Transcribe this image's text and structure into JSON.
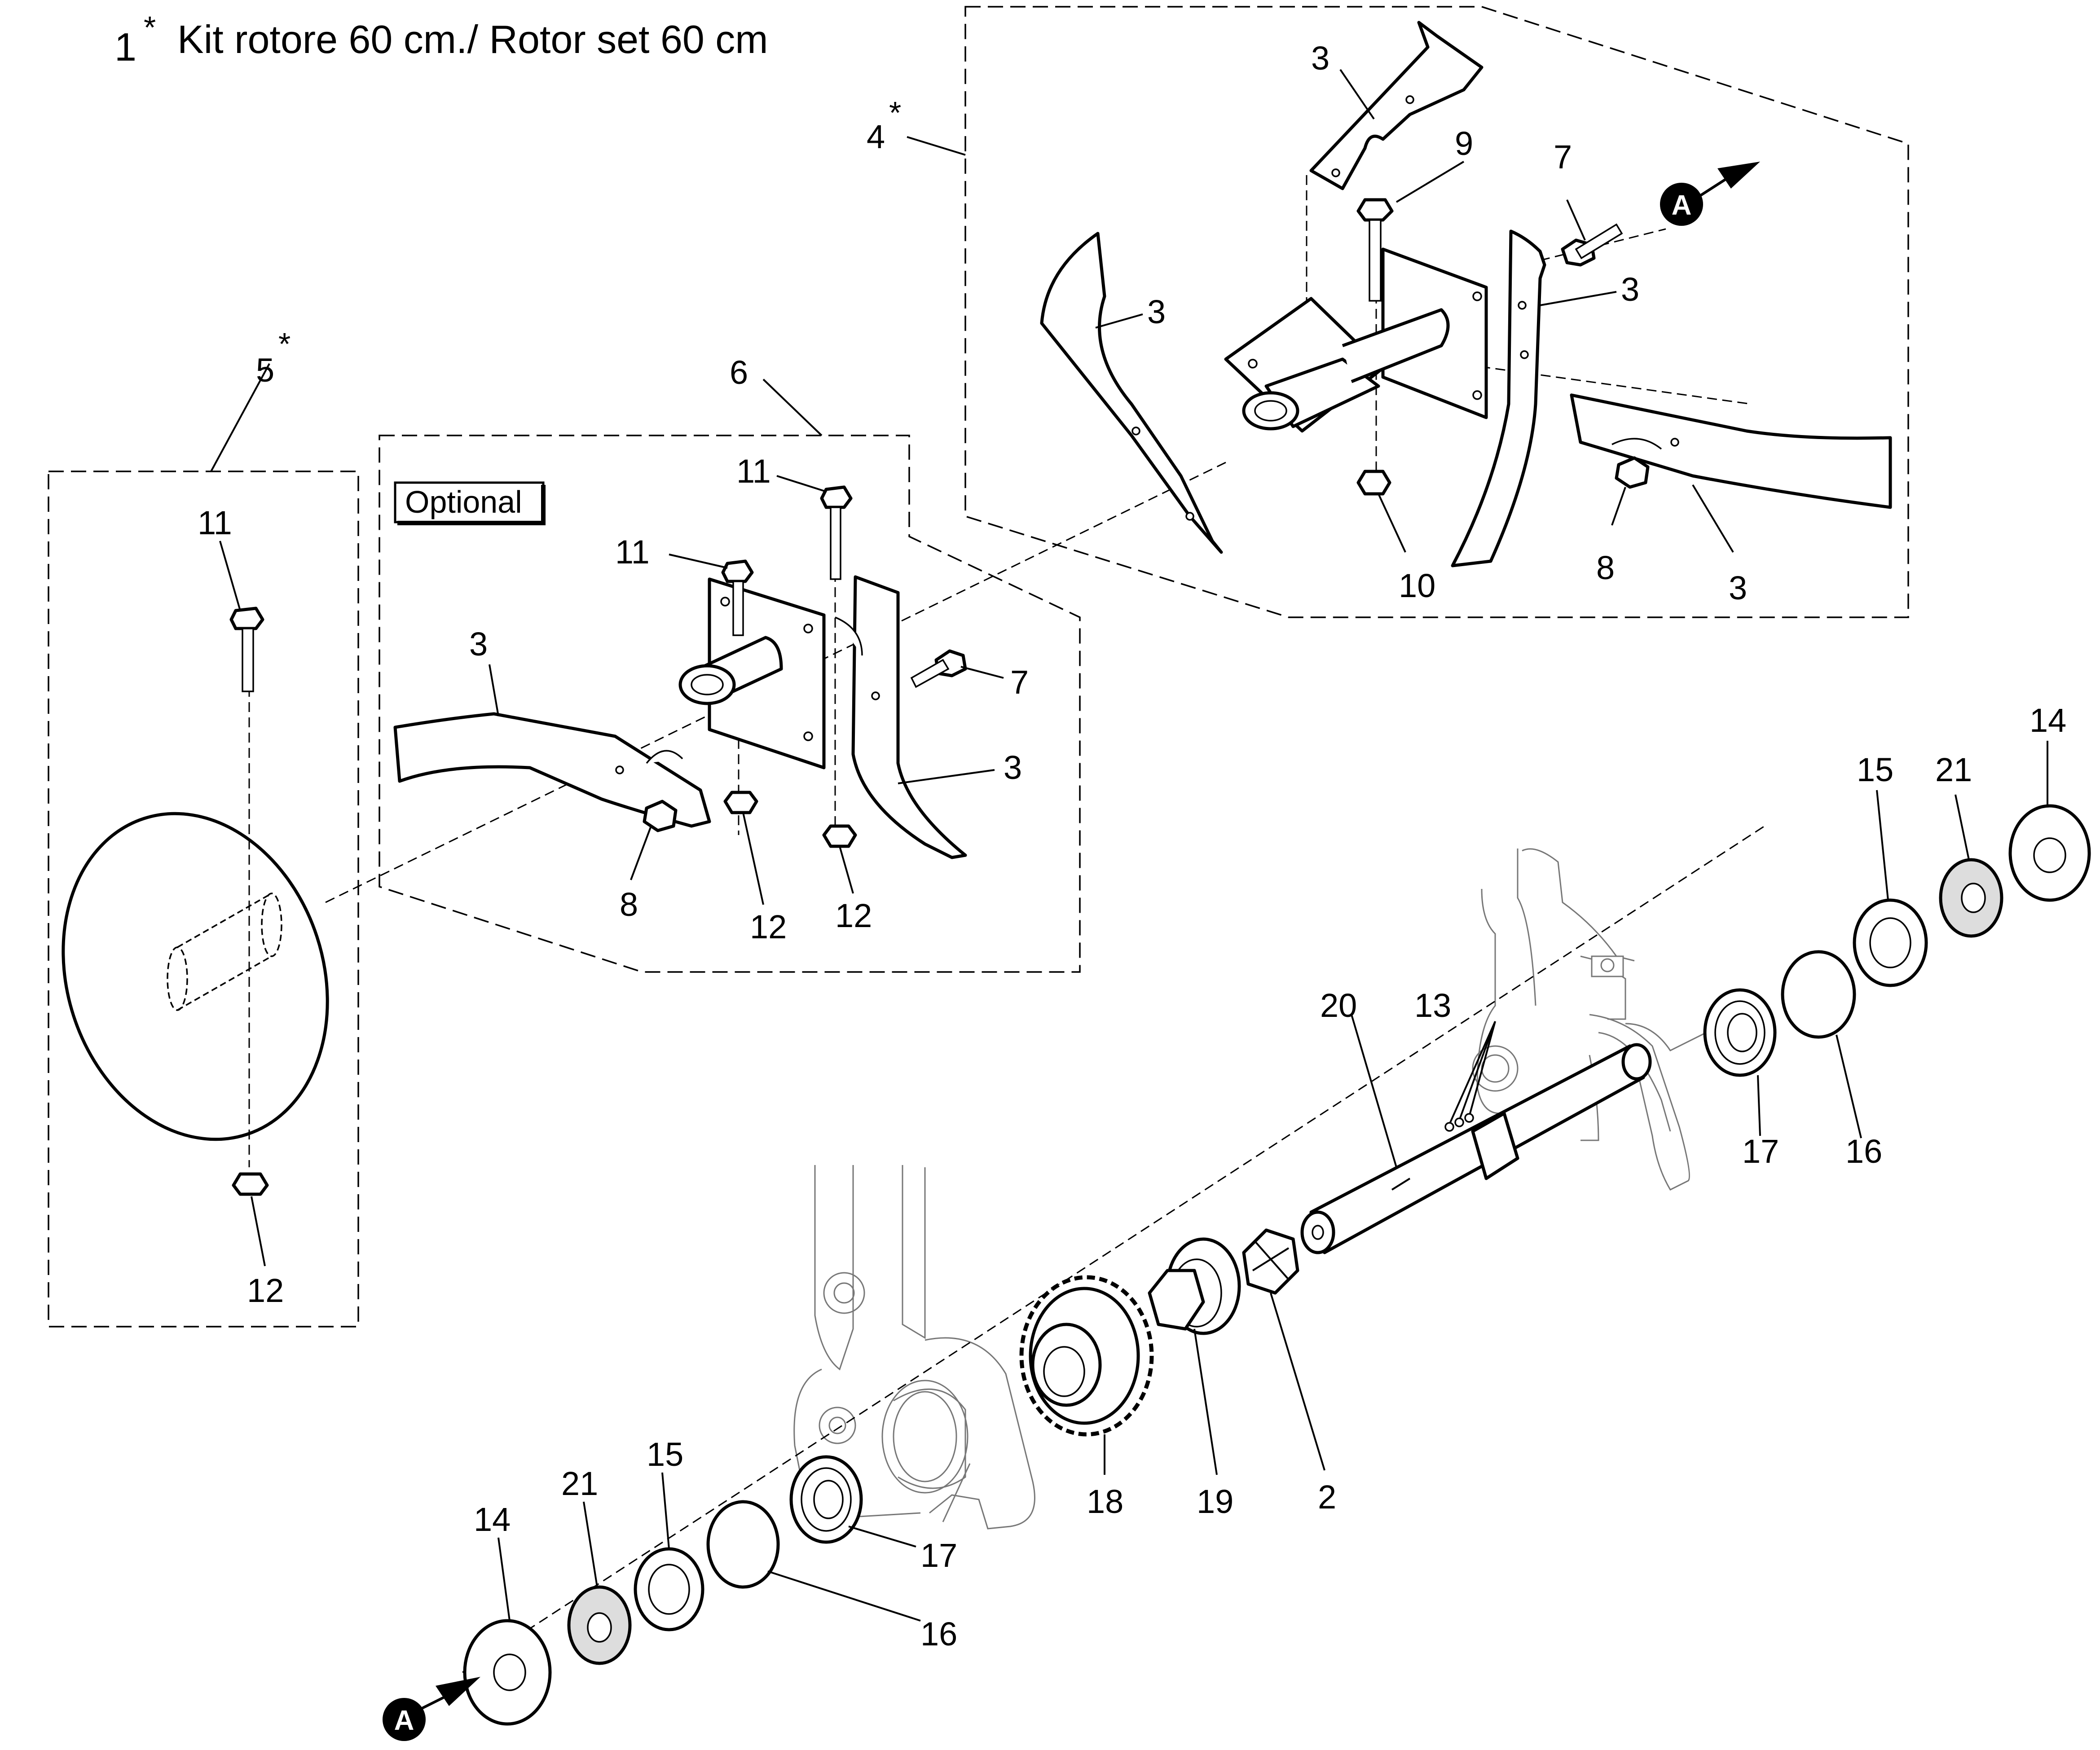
{
  "title": {
    "number": "1",
    "asterisk": "*",
    "text": "Kit rotore 60 cm./ Rotor set 60 cm"
  },
  "optional_label": "Optional",
  "reference_marker": "A",
  "callouts": {
    "c1": "3",
    "c2": "4",
    "c2_star": "*",
    "c3": "9",
    "c4": "7",
    "c5": "3",
    "c6": "3",
    "c7": "10",
    "c8": "8",
    "c9": "3",
    "c10": "5",
    "c10_star": "*",
    "c11": "6",
    "c12": "11",
    "c13": "11",
    "c14": "11",
    "c15": "3",
    "c16": "7",
    "c17": "3",
    "c18": "8",
    "c19": "12",
    "c20": "12",
    "c21": "12",
    "c22": "14",
    "c23": "15",
    "c24": "21",
    "c25": "20",
    "c26": "13",
    "c27": "17",
    "c28": "16",
    "c29": "18",
    "c30": "19",
    "c31": "2",
    "c32": "14",
    "c33": "21",
    "c34": "15",
    "c35": "17",
    "c36": "16"
  },
  "colors": {
    "line": "#000000",
    "ghost_line": "#777777",
    "background": "#ffffff"
  }
}
